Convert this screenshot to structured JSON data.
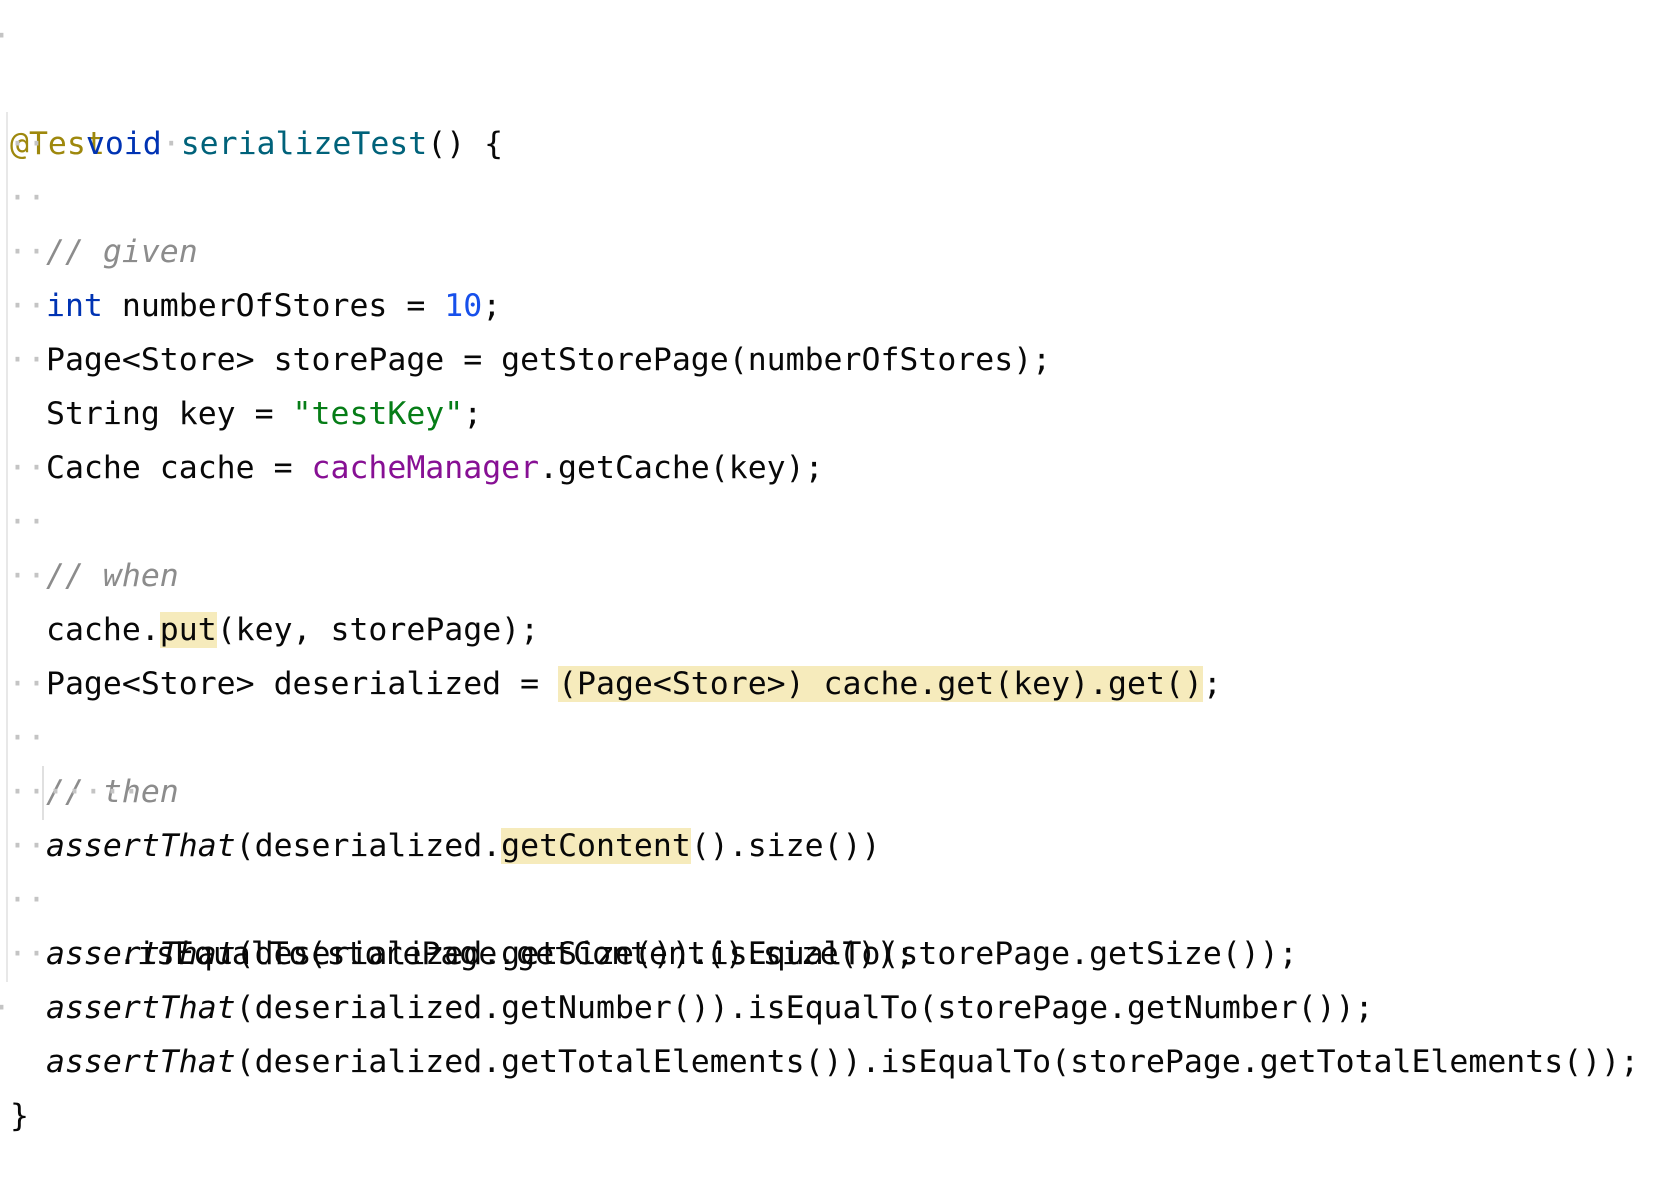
{
  "colors": {
    "annotation": "#9e880d",
    "keyword": "#0033b3",
    "method_declaration": "#00627a",
    "number": "#1750eb",
    "string": "#067d17",
    "field": "#871094",
    "comment": "#8c8c8c",
    "usage_highlight": "#f6ebbc",
    "plain": "#080808"
  },
  "code": {
    "annotation": "@Test",
    "signature": {
      "return_type": "void",
      "method_name": "serializeTest",
      "rest": "() {"
    },
    "comment_given": "// given",
    "line_int": {
      "keyword": "int",
      "rest": " numberOfStores = ",
      "number": "10",
      "end": ";"
    },
    "line_page": "Page<Store> storePage = getStorePage(numberOfStores);",
    "line_string": {
      "start": "String key = ",
      "string": "\"testKey\"",
      "end": ";"
    },
    "line_cache": {
      "start": "Cache cache = ",
      "field": "cacheManager",
      "end": ".getCache(key);"
    },
    "comment_when": "// when",
    "line_put": {
      "start": "cache.",
      "method": "put",
      "end": "(key, storePage);"
    },
    "line_deserialized": {
      "start": "Page<Store> deserialized = ",
      "highlight": "(Page<Store>) cache.get(key).get()",
      "end": ";"
    },
    "comment_then": "// then",
    "line_assert1": {
      "static": "assertThat",
      "start": "(deserialized.",
      "method": "getContent",
      "end": "().size())"
    },
    "line_assert1_cont": ".isEqualTo(storePage.getContent().size());",
    "line_assert2": {
      "static": "assertThat",
      "rest": "(deserialized.getSize()).isEqualTo(storePage.getSize());"
    },
    "line_assert3": {
      "static": "assertThat",
      "rest": "(deserialized.getNumber()).isEqualTo(storePage.getNumber());"
    },
    "line_assert4": {
      "static": "assertThat",
      "rest": "(deserialized.getTotalElements()).isEqualTo(storePage.getTotalElements());"
    },
    "closing_brace": "}",
    "whitespace_dot": "·",
    "indent_dots": "··",
    "cont_indent_dots": "·····"
  }
}
